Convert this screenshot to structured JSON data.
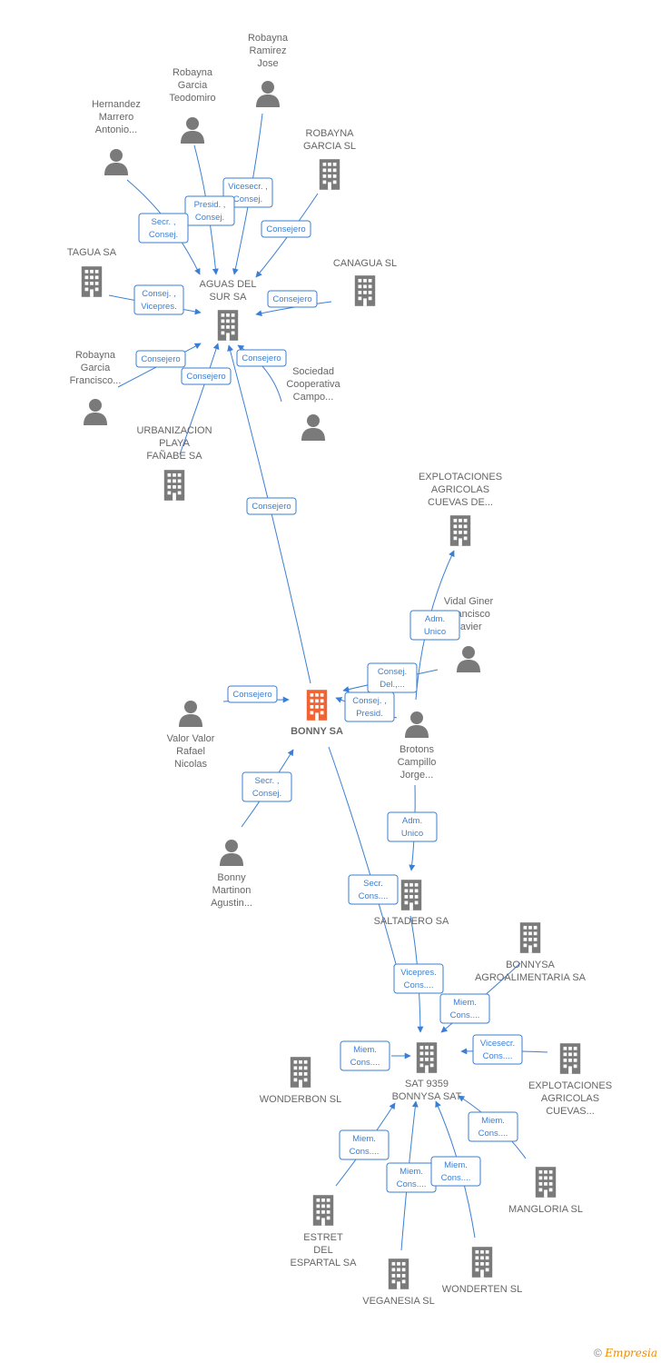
{
  "colors": {
    "company": "#7a7a7a",
    "focus": "#f26232",
    "person": "#7a7a7a",
    "edge": "#3a7fd5",
    "label": "#666666"
  },
  "nodes": [
    {
      "id": "robayna_ramirez",
      "kind": "person",
      "lines": [
        "Robayna",
        "Ramirez",
        "Jose"
      ]
    },
    {
      "id": "robayna_garcia_t",
      "kind": "person",
      "lines": [
        "Robayna",
        "Garcia",
        "Teodomiro"
      ]
    },
    {
      "id": "hernandez",
      "kind": "person",
      "lines": [
        "Hernandez",
        "Marrero",
        "Antonio..."
      ]
    },
    {
      "id": "robayna_garcia_sl",
      "kind": "company",
      "lines": [
        "ROBAYNA",
        "GARCIA SL"
      ]
    },
    {
      "id": "tagua",
      "kind": "company",
      "lines": [
        "TAGUA SA"
      ]
    },
    {
      "id": "canagua",
      "kind": "company",
      "lines": [
        "CANAGUA SL"
      ]
    },
    {
      "id": "aguas",
      "kind": "company",
      "lines": [
        "AGUAS DEL",
        "SUR SA"
      ]
    },
    {
      "id": "robayna_garcia_f",
      "kind": "person",
      "lines": [
        "Robayna",
        "Garcia",
        "Francisco..."
      ]
    },
    {
      "id": "sociedad",
      "kind": "person",
      "lines": [
        "Sociedad",
        "Cooperativa",
        "Campo..."
      ]
    },
    {
      "id": "urbanizacion",
      "kind": "company",
      "lines": [
        "URBANIZACION",
        "PLAYA",
        "FAÑABE SA"
      ]
    },
    {
      "id": "explotaciones_cd",
      "kind": "company",
      "lines": [
        "EXPLOTACIONES",
        "AGRICOLAS",
        "CUEVAS DE..."
      ]
    },
    {
      "id": "vidal",
      "kind": "person",
      "lines": [
        "Vidal Giner",
        "Francisco",
        "Javier"
      ]
    },
    {
      "id": "bonny",
      "kind": "focus",
      "lines": [
        "BONNY SA"
      ]
    },
    {
      "id": "valor",
      "kind": "person",
      "lines": [
        "Valor Valor",
        "Rafael",
        "Nicolas"
      ]
    },
    {
      "id": "brotons",
      "kind": "person",
      "lines": [
        "Brotons",
        "Campillo",
        "Jorge..."
      ]
    },
    {
      "id": "bonny_martinon",
      "kind": "person",
      "lines": [
        "Bonny",
        "Martinon",
        "Agustin..."
      ]
    },
    {
      "id": "saltadero",
      "kind": "company",
      "lines": [
        "SALTADERO SA"
      ]
    },
    {
      "id": "bonnysa_agro",
      "kind": "company",
      "lines": [
        "BONNYSA",
        "AGROALIMENTARIA SA"
      ]
    },
    {
      "id": "sat",
      "kind": "company",
      "lines": [
        "SAT 9359",
        "BONNYSA SAT"
      ]
    },
    {
      "id": "wonderbon",
      "kind": "company",
      "lines": [
        "WONDERBON SL"
      ]
    },
    {
      "id": "explotaciones_c",
      "kind": "company",
      "lines": [
        "EXPLOTACIONES",
        "AGRICOLAS",
        "CUEVAS..."
      ]
    },
    {
      "id": "mangloria",
      "kind": "company",
      "lines": [
        "MANGLORIA SL"
      ]
    },
    {
      "id": "estret",
      "kind": "company",
      "lines": [
        "ESTRET",
        "DEL",
        "ESPARTAL SA"
      ]
    },
    {
      "id": "wonderten",
      "kind": "company",
      "lines": [
        "WONDERTEN SL"
      ]
    },
    {
      "id": "veganesia",
      "kind": "company",
      "lines": [
        "VEGANESIA SL"
      ]
    }
  ],
  "relations": [
    {
      "id": "r1",
      "lines": [
        "Vicesecr. ,",
        "Consej."
      ]
    },
    {
      "id": "r2",
      "lines": [
        "Presid. ,",
        "Consej."
      ]
    },
    {
      "id": "r3",
      "lines": [
        "Secr. ,",
        "Consej."
      ]
    },
    {
      "id": "r4",
      "lines": [
        "Consejero"
      ]
    },
    {
      "id": "r5",
      "lines": [
        "Consej. ,",
        "Vicepres."
      ]
    },
    {
      "id": "r6",
      "lines": [
        "Consejero"
      ]
    },
    {
      "id": "r7",
      "lines": [
        "Consejero"
      ]
    },
    {
      "id": "r8",
      "lines": [
        "Consejero"
      ]
    },
    {
      "id": "r9",
      "lines": [
        "Consejero"
      ]
    },
    {
      "id": "r10",
      "lines": [
        "Consejero"
      ]
    },
    {
      "id": "r11",
      "lines": [
        "Adm.",
        "Unico"
      ]
    },
    {
      "id": "r12",
      "lines": [
        "Consej.",
        "Del.,..."
      ]
    },
    {
      "id": "r13",
      "lines": [
        "Consej. ,",
        "Presid."
      ]
    },
    {
      "id": "r14",
      "lines": [
        "Consejero"
      ]
    },
    {
      "id": "r15",
      "lines": [
        "Secr. ,",
        "Consej."
      ]
    },
    {
      "id": "r16",
      "lines": [
        "Adm.",
        "Unico"
      ]
    },
    {
      "id": "r17",
      "lines": [
        "Secr.",
        "Cons...."
      ]
    },
    {
      "id": "r18",
      "lines": [
        "Vicepres.",
        "Cons...."
      ]
    },
    {
      "id": "r19",
      "lines": [
        "Miem.",
        "Cons...."
      ]
    },
    {
      "id": "r20",
      "lines": [
        "Miem.",
        "Cons...."
      ]
    },
    {
      "id": "r21",
      "lines": [
        "Vicesecr.",
        "Cons...."
      ]
    },
    {
      "id": "r22",
      "lines": [
        "Miem.",
        "Cons...."
      ]
    },
    {
      "id": "r23",
      "lines": [
        "Miem.",
        "Cons...."
      ]
    },
    {
      "id": "r24",
      "lines": [
        "Miem.",
        "Cons...."
      ]
    },
    {
      "id": "r25",
      "lines": [
        "Miem.",
        "Cons...."
      ]
    }
  ],
  "footer": {
    "copyright": "©",
    "brand": "Empresia"
  }
}
